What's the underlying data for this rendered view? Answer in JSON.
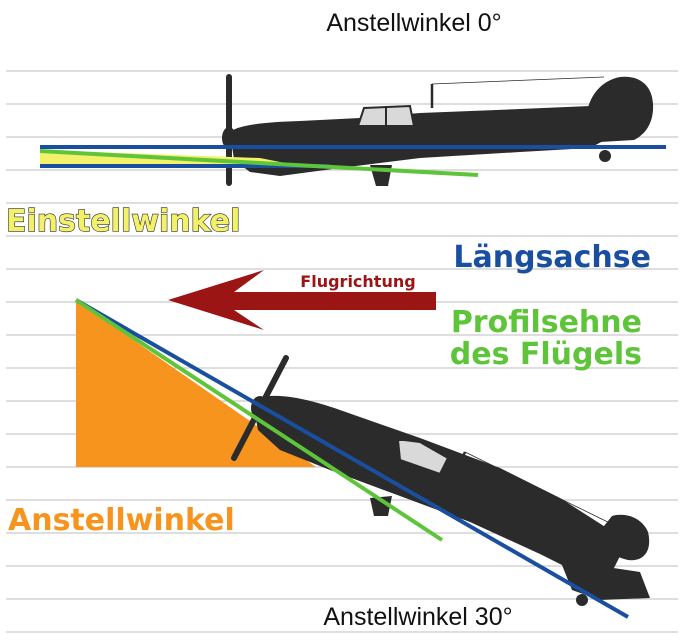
{
  "title_top": "Anstellwinkel 0°",
  "title_bottom": "Anstellwinkel 30°",
  "labels": {
    "einstellwinkel": "Einstellwinkel",
    "laengsachse": "Längsachse",
    "flugrichtung": "Flugrichtung",
    "profilsehne_line1": "Profilsehne",
    "profilsehne_line2": "des Flügels",
    "anstellwinkel": "Anstellwinkel"
  },
  "colors": {
    "laengsachse": "#1a4fa0",
    "profilsehne": "#5ec43a",
    "einstellwinkel": "#f3f06a",
    "anstellwinkel": "#f7941d",
    "flugrichtung": "#9b1515",
    "aircraft": "#2b2b2b",
    "grid": "#c9c9c9"
  },
  "icons": {
    "aircraft_top": "airplane-side-icon",
    "aircraft_bottom": "airplane-side-icon",
    "direction_arrow": "arrow-left-icon"
  }
}
